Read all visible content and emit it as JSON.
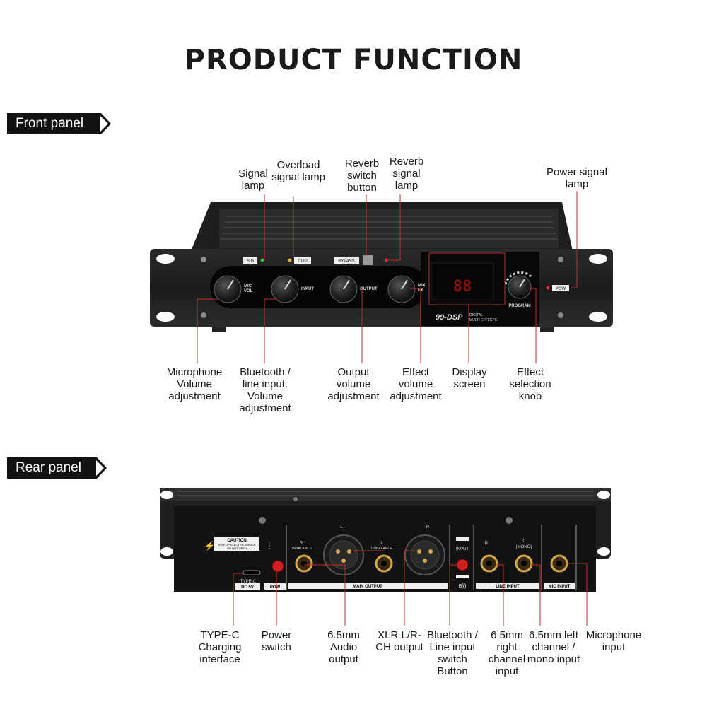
{
  "title": "PRODUCT FUNCTION",
  "front": {
    "tag": "Front panel",
    "labels": {
      "signal_lamp": "Signal lamp",
      "overload_lamp": "Overload signal lamp",
      "reverb_switch": "Reverb switch button",
      "reverb_lamp": "Reverb signal lamp",
      "power_lamp": "Power signal lamp",
      "mic_volume": "Microphone Volume adjustment",
      "bt_volume": "Bluetooth / line input. Volume adjustment",
      "output_volume": "Output volume adjustment",
      "effect_volume": "Effect volume adjustment",
      "display_screen": "Display screen",
      "effect_knob": "Effect selection knob"
    },
    "panel": {
      "sig": "SIG",
      "clip": "CLIP",
      "bypass": "BYPASS",
      "mic_vol": "MIC VOL",
      "input": "INPUT",
      "output": "OUTPUT",
      "mix_fx": "MIX FX",
      "program": "PROGRAM",
      "pow": "POW",
      "display": "88",
      "brand": "99-DSP",
      "brand_sub": "DIGITAL MULTI EFFECTS"
    }
  },
  "rear": {
    "tag": "Rear panel",
    "labels": {
      "typec": "TYPE-C Charging interface",
      "power_switch": "Power switch",
      "audio_out": "6.5mm Audio output",
      "xlr": "XLR L/R-CH output",
      "bt_switch": "Bluetooth / Line input switch Button",
      "right_in": "6.5mm right channel input",
      "left_in": "6.5mm left channel / mono input",
      "mic_in": "Microphone input"
    },
    "panel": {
      "caution": "CAUTION",
      "caution_sub": "RISK OF ELECTRIC SHOCK DO NOT OPEN",
      "typec": "TYPE-C",
      "dc5v": "DC 5V",
      "pow": "POW",
      "r": "R",
      "l": "L",
      "unbalance": "UNBALANCE",
      "main_output": "MAIN OUTPUT",
      "input": "INPUT",
      "line_input": "LINE INPUT",
      "mic_input": "MIC INPUT",
      "mono": "(MONO)"
    }
  }
}
